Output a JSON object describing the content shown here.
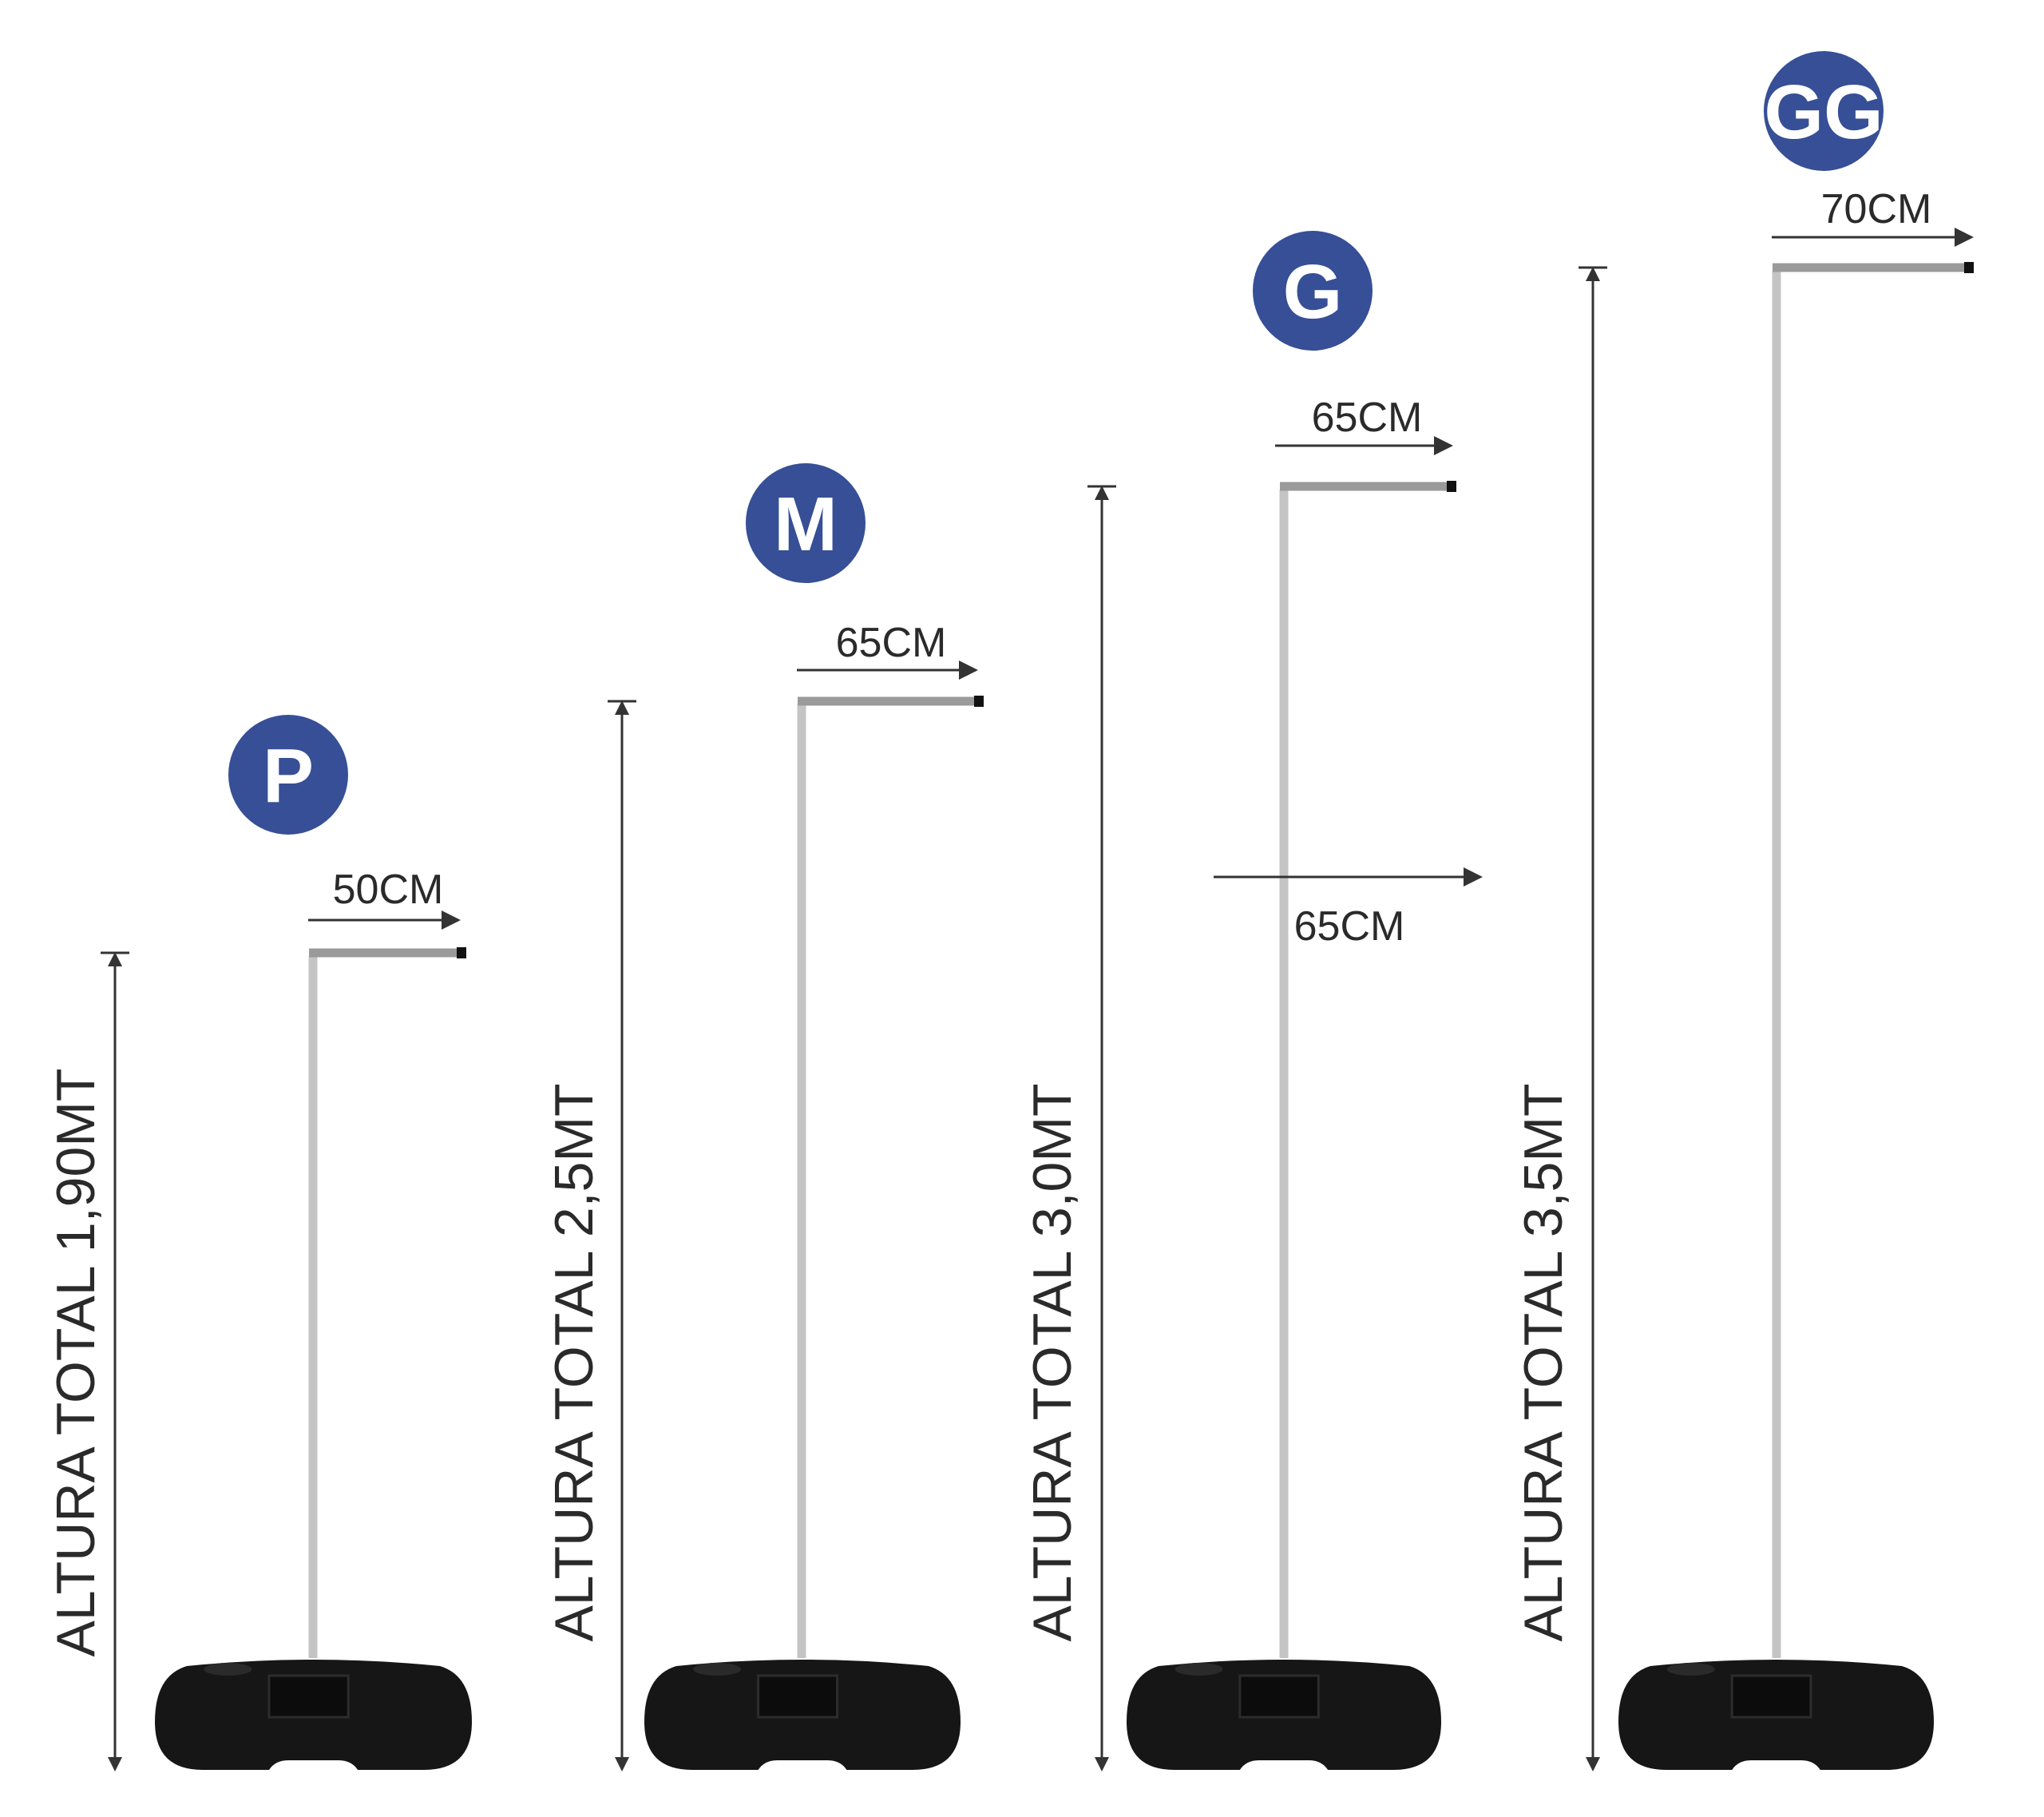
{
  "colors": {
    "badge": "#364f96",
    "base": "#161616",
    "pole": "#c4c4c4"
  },
  "sizes": [
    {
      "badge": "P",
      "arm_width": "50CM",
      "total_height": "ALTURA TOTAL 1,90MT"
    },
    {
      "badge": "M",
      "arm_width": "65CM",
      "total_height": "ALTURA TOTAL 2,5MT"
    },
    {
      "badge": "G",
      "arm_width": "65CM",
      "total_height": "ALTURA TOTAL 3,0MT",
      "extra_width": "65CM"
    },
    {
      "badge": "GG",
      "arm_width": "70CM",
      "total_height": "ALTURA TOTAL 3,5MT"
    }
  ]
}
